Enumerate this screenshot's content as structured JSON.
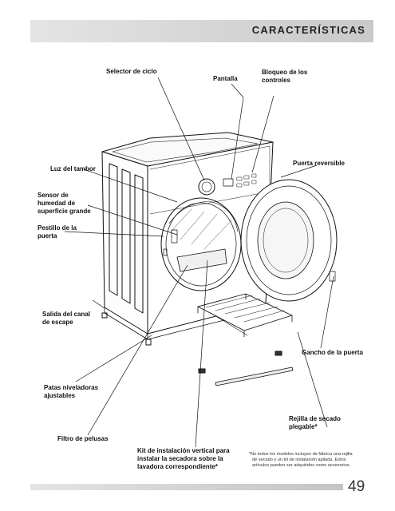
{
  "header": {
    "title": "CARACTERÍSTICAS"
  },
  "labels": {
    "selector_ciclo": "Selector de ciclo",
    "pantalla": "Pantalla",
    "bloqueo": [
      "Bloqueo de los",
      "controles"
    ],
    "luz_tambor": "Luz del tambor",
    "puerta_reversible": "Puerta reversible",
    "sensor_humedad": [
      "Sensor de",
      "humedad de",
      "superficie grande"
    ],
    "pestillo": [
      "Pestillo de la",
      "puerta"
    ],
    "salida_canal": [
      "Salida del canal",
      "de escape"
    ],
    "gancho_puerta": "Gancho de la puerta",
    "patas": [
      "Patas niveladoras",
      "ajustables"
    ],
    "rejilla": [
      "Rejilla de secado",
      "plegable*"
    ],
    "filtro": "Filtro de pelusas",
    "kit": [
      "Kit de instalación vertical para",
      "instalar la secadora sobre la",
      "lavadora correspondiente*"
    ]
  },
  "footnote": [
    "*No todos los modelos incluyen de fábrica una rejilla",
    "de secado y un kit de instalación apilada. Estos",
    "artículos pueden ser adquiridos como accesorios."
  ],
  "page_number": "49"
}
